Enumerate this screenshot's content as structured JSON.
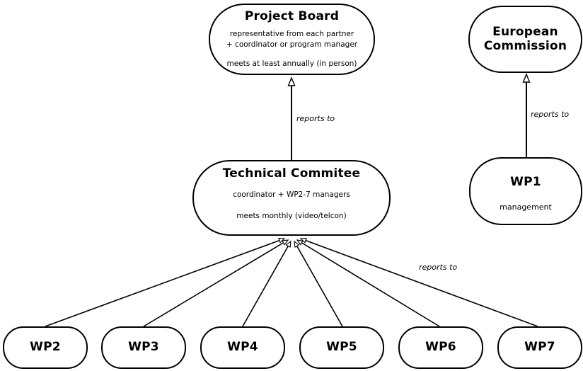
{
  "diagram": {
    "background_color": "#ffffff",
    "stroke_color": "#000000",
    "nodes": {
      "project_board": {
        "title": "Project Board",
        "line1": "representative from each partner",
        "line2": "+ coordinator or program manager",
        "line3": "meets at least annually (in person)"
      },
      "european_commission": {
        "title": "European Commission"
      },
      "technical_commitee": {
        "title": "Technical Commitee",
        "line1": "coordinator + WP2-7 managers",
        "line2": "meets monthly (video/telcon)"
      },
      "wp1": {
        "title": "WP1",
        "subtitle": "management"
      },
      "wp2": {
        "title": "WP2"
      },
      "wp3": {
        "title": "WP3"
      },
      "wp4": {
        "title": "WP4"
      },
      "wp5": {
        "title": "WP5"
      },
      "wp6": {
        "title": "WP6"
      },
      "wp7": {
        "title": "WP7"
      }
    },
    "edge_labels": {
      "tc_to_board": "reports to",
      "wp1_to_ec": "reports to",
      "wps_to_tc": "reports to"
    }
  }
}
